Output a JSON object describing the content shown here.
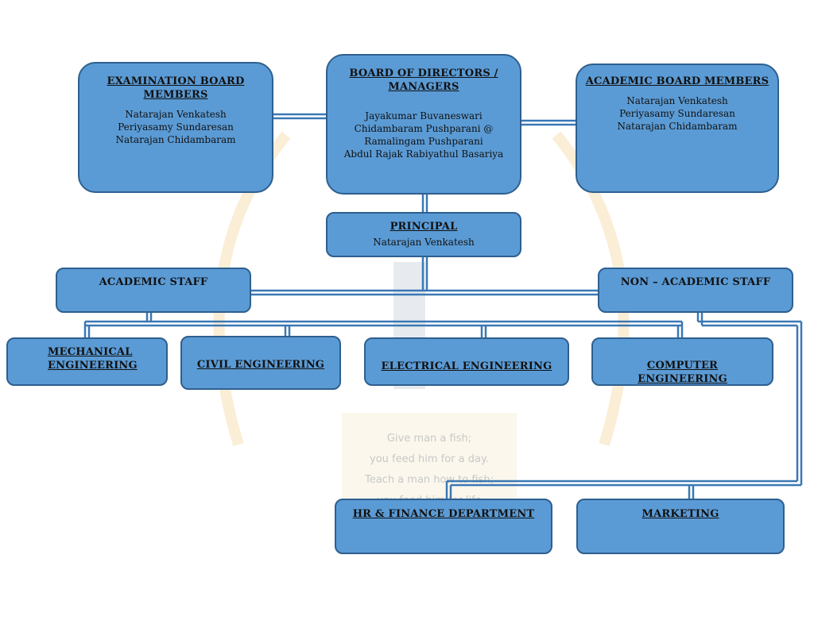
{
  "colors": {
    "box_fill": "#5b9bd5",
    "box_border": "#2e5f8f",
    "connector": "#3a78b4"
  },
  "board": {
    "title": "BOARD OF DIRECTORS / MANAGERS",
    "members": [
      "Jayakumar Buvaneswari",
      "Chidambaram Pushparani @",
      "Ramalingam Pushparani",
      "Abdul Rajak Rabiyathul Basariya"
    ]
  },
  "exam_board": {
    "title": "EXAMINATION BOARD MEMBERS",
    "members": [
      "Natarajan  Venkatesh",
      "Periyasamy Sundaresan",
      "Natarajan Chidambaram"
    ]
  },
  "academic_board": {
    "title": "ACADEMIC BOARD MEMBERS",
    "members": [
      "Natarajan  Venkatesh",
      "Periyasamy Sundaresan",
      "Natarajan Chidambaram"
    ]
  },
  "principal": {
    "title": "PRINCIPAL",
    "name": "Natarajan  Venkatesh"
  },
  "academic_staff": {
    "title": "ACADEMIC STAFF"
  },
  "non_academic_staff": {
    "title": "NON – ACADEMIC STAFF"
  },
  "departments": {
    "mechanical": "MECHANICAL ENGINEERING",
    "civil": "CIVIL ENGINEERING",
    "electrical": "ELECTRICAL ENGINEERING",
    "computer": "COMPUTER ENGINEERING"
  },
  "non_academic_units": {
    "hr_finance": "HR & FINANCE DEPARTMENT",
    "marketing": "MARKETING"
  },
  "watermark": {
    "lines": [
      "Give man a fish;",
      "you feed him for a day.",
      "Teach a man how to fish;",
      "you feed him for life"
    ]
  }
}
